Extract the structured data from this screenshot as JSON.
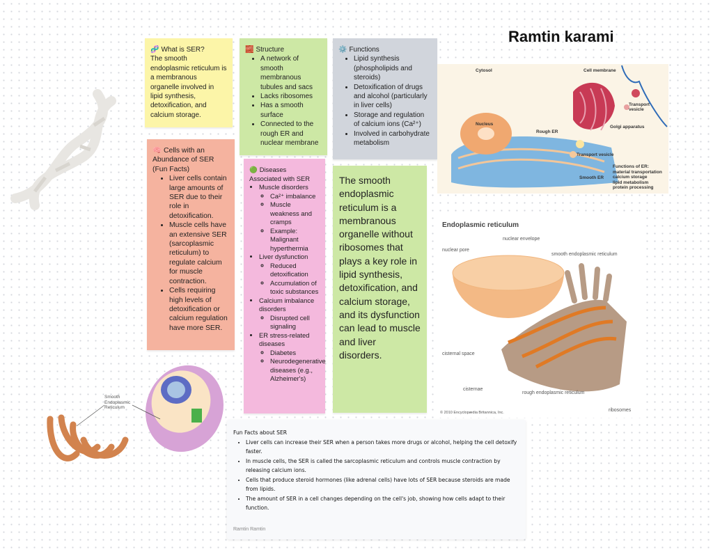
{
  "title": "Ramtin karami",
  "colors": {
    "yellow": "#fcf5a8",
    "green": "#cde8a5",
    "gray": "#d1d5dc",
    "salmon": "#f5b39f",
    "pink": "#f4b9dd",
    "card": "#f8f9fb"
  },
  "what": {
    "icon": "dna-icon",
    "heading": "What is SER?",
    "body": "The smooth endoplasmic reticulum is a membranous organelle involved in lipid synthesis, detoxification, and calcium storage."
  },
  "structure": {
    "icon": "brick-icon",
    "heading": "Structure",
    "items": [
      "A network of smooth membranous tubules and sacs",
      "Lacks ribosomes",
      "Has a smooth surface",
      "Connected to the rough ER and nuclear membrane"
    ]
  },
  "functions": {
    "icon": "gear-icon",
    "heading": "Functions",
    "items": [
      "Lipid synthesis (phospholipids and steroids)",
      "Detoxification of drugs and alcohol (particularly in liver cells)",
      "Storage and regulation of calcium ions (Ca²⁺)",
      "Involved in carbohydrate metabolism"
    ]
  },
  "cells": {
    "icon": "brain-icon",
    "heading": "Cells with an Abundance of SER (Fun Facts)",
    "items": [
      "Liver cells contain large amounts of SER due to their role in detoxification.",
      "Muscle cells have an extensive SER (sarcoplasmic reticulum) to regulate calcium for muscle contraction.",
      "Cells requiring high levels of detoxification or calcium regulation have more SER."
    ]
  },
  "diseases": {
    "icon": "virus-icon",
    "heading": "Diseases Associated with SER",
    "groups": [
      {
        "label": "Muscle disorders",
        "subs": [
          "Ca²⁺ imbalance",
          "Muscle weakness and cramps",
          "Example: Malignant hyperthermia"
        ]
      },
      {
        "label": "Liver dysfunction",
        "subs": [
          "Reduced detoxification",
          "Accumulation of toxic substances"
        ]
      },
      {
        "label": "Calcium imbalance disorders",
        "subs": [
          "Disrupted cell signaling"
        ]
      },
      {
        "label": "ER stress-related diseases",
        "subs": [
          "Diabetes",
          "Neurodegenerative diseases (e.g., Alzheimer's)"
        ]
      }
    ]
  },
  "summary": "The smooth endoplasmic reticulum is a membranous organelle without ribosomes that plays a key role in lipid synthesis, detoxification, and calcium storage, and its dysfunction can lead to muscle and liver disorders.",
  "diagram1": {
    "labels": {
      "cytosol": "Cytosol",
      "membrane": "Cell membrane",
      "nucleus": "Nucleus",
      "rough": "Rough ER",
      "transport1": "Transport vesicle",
      "transport2": "Transport vesicle",
      "golgi": "Golgi apparatus",
      "smooth": "Smooth ER"
    },
    "functions_title": "Functions of ER:",
    "functions": [
      "material transportation",
      "calcium storage",
      "lipid metabolism",
      "protein processing"
    ]
  },
  "diagram2": {
    "title": "Endoplasmic reticulum",
    "labels": {
      "pore": "nuclear pore",
      "envelope": "nuclear envelope",
      "ser": "smooth endoplasmic reticulum",
      "cisternal": "cisternal space",
      "cisternae": "cisternae",
      "rer": "rough endoplasmic reticulum",
      "ribosomes": "ribosomes"
    },
    "credit": "© 2010 Encyclopædia Britannica, Inc."
  },
  "cell_image": {
    "label": "Smooth Endoplasmic Reticulum"
  },
  "fun_facts": {
    "heading": "Fun Facts about SER",
    "items": [
      "Liver cells can increase their SER when a person takes more drugs or alcohol, helping the cell detoxify faster.",
      "In muscle cells, the SER is called the sarcoplasmic reticulum and controls muscle contraction by releasing calcium ions.",
      "Cells that produce steroid hormones (like adrenal cells) have lots of SER because steroids are made from lipids.",
      "The amount of SER in a cell changes depending on the cell's job, showing how cells adapt to their function."
    ],
    "author": "Ramtin Ramtin"
  }
}
